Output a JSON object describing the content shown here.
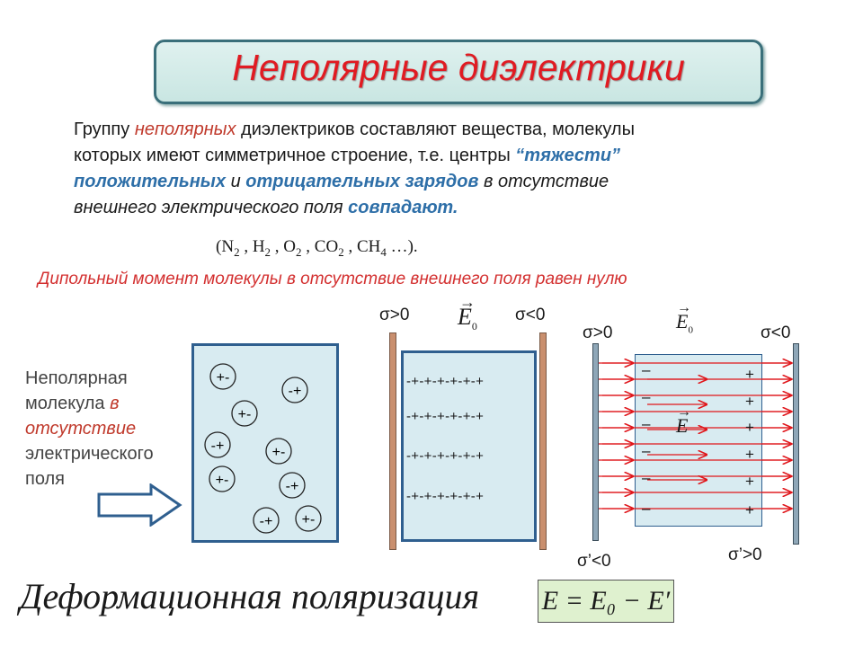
{
  "title": "Неполярные диэлектрики",
  "paragraph": {
    "line1_a": "Группу ",
    "line1_b": "неполярных",
    "line1_c": " диэлектриков составляют вещества, молекулы",
    "line2_a": "которых имеют симметричное строение, т.е. центры ",
    "line2_b": "“тяжести”",
    "line3_a": "положительных ",
    "line3_b": "и ",
    "line3_c": "отрицательных зарядов",
    "line3_d": " в отсутствие",
    "line4_a": "внешнего электрического поля ",
    "line4_b": "совпадают."
  },
  "formula_list": {
    "open": "(N",
    "n_sub": "2",
    "h": " , H",
    "h_sub": "2",
    "o": " , O",
    "o_sub": "2",
    "co": " , CO",
    "co_sub": "2",
    "ch": " , CH",
    "ch_sub": "4",
    "close": "   …)."
  },
  "dipole_statement": "Дипольный момент молекулы в отсутствие внешнего поля равен нулю",
  "side_label": {
    "line1": "Неполярная",
    "line2_a": "молекула ",
    "line2_b": "в",
    "line3": "отсутствие",
    "line4": "электрического",
    "line5": "поля"
  },
  "molecules": [
    "+-",
    "-+",
    "+-",
    "-+",
    "+-",
    "+-",
    "-+",
    "-+",
    "+-"
  ],
  "middle_diagram": {
    "sigma_left": "σ>0",
    "sigma_right": "σ<0",
    "field_letter": "E",
    "field_sub": "0",
    "rows": [
      "-+-+-+-+-+-+",
      "-+-+-+-+-+-+",
      "-+-+-+-+-+-+",
      "-+-+-+-+-+-+"
    ]
  },
  "right_diagram": {
    "sigma_left": "σ>0",
    "sigma_right": "σ<0",
    "field_letter": "E",
    "field_sub": "0",
    "inner_field": "E",
    "minus_signs": [
      "–",
      "–",
      "–",
      "–",
      "–",
      "–"
    ],
    "plus_signs": [
      "+",
      "+",
      "+",
      "+",
      "+",
      "+"
    ],
    "sigma_prime_left": "σ’<0",
    "sigma_prime_right": "σ’>0"
  },
  "bottom_title": "Деформационная поляризация",
  "equation": "E = E₀ − E′",
  "colors": {
    "title_red": "#e01b22",
    "accent_blue": "#2e6fa8",
    "box_fill": "#d8ebf1",
    "arrow_red": "#e0161b",
    "eq_green": "#dff1cf"
  }
}
